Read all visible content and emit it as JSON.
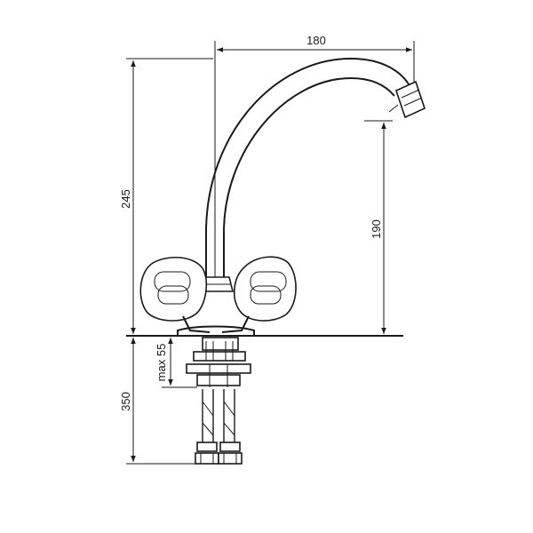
{
  "dimensions": {
    "width_top": "180",
    "height_total": "245",
    "spout_height": "190",
    "max_thickness": "max 55",
    "hose_length": "350"
  },
  "colors": {
    "line": "#1a1a1a",
    "background": "#ffffff"
  }
}
